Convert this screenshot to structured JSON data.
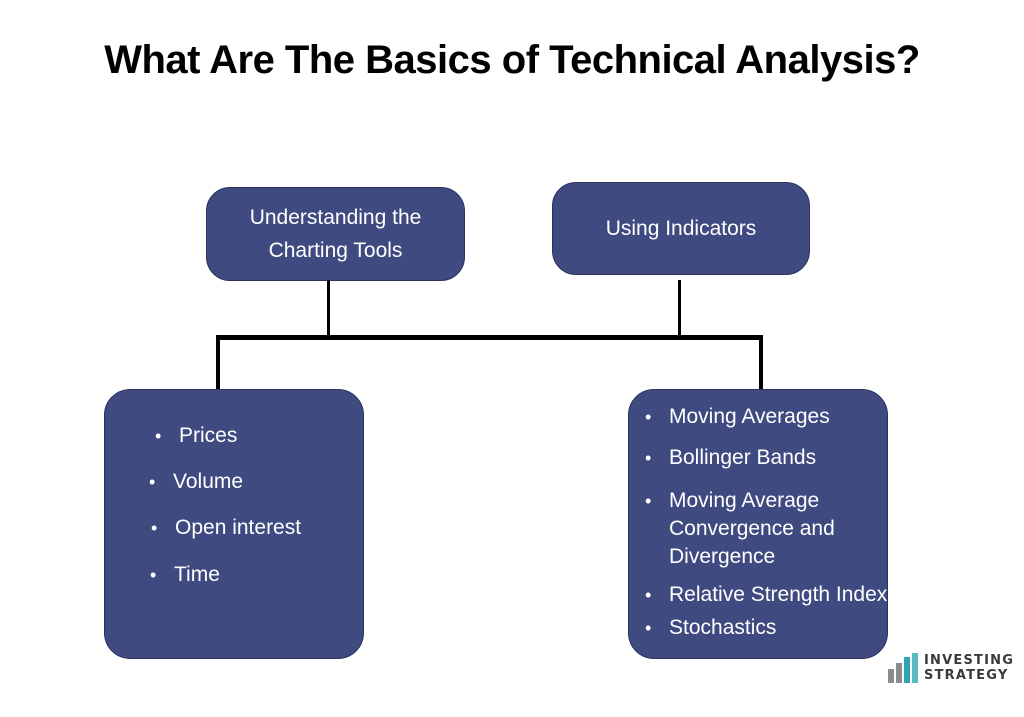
{
  "title": "What Are The Basics of Technical Analysis?",
  "top_boxes": [
    {
      "lines": [
        "Understanding the",
        "Charting Tools"
      ]
    },
    {
      "lines": [
        "Using Indicators"
      ]
    }
  ],
  "left_list": [
    "Prices",
    "Volume",
    "Open interest",
    "Time"
  ],
  "right_list": [
    {
      "lines": [
        "Moving Averages"
      ]
    },
    {
      "lines": [
        "Bollinger Bands"
      ]
    },
    {
      "lines": [
        "Moving Average",
        "Convergence and",
        "Divergence"
      ]
    },
    {
      "lines": [
        "Relative Strength Index"
      ]
    },
    {
      "lines": [
        "Stochastics"
      ]
    }
  ],
  "logo": {
    "line1": "INVESTING",
    "line2": "STRATEGY"
  },
  "colors": {
    "box_fill": "#3f4a80",
    "connector": "#000000",
    "logo_bars": [
      "#8c8c8c",
      "#2fa4b5",
      "#58b8c4"
    ]
  }
}
